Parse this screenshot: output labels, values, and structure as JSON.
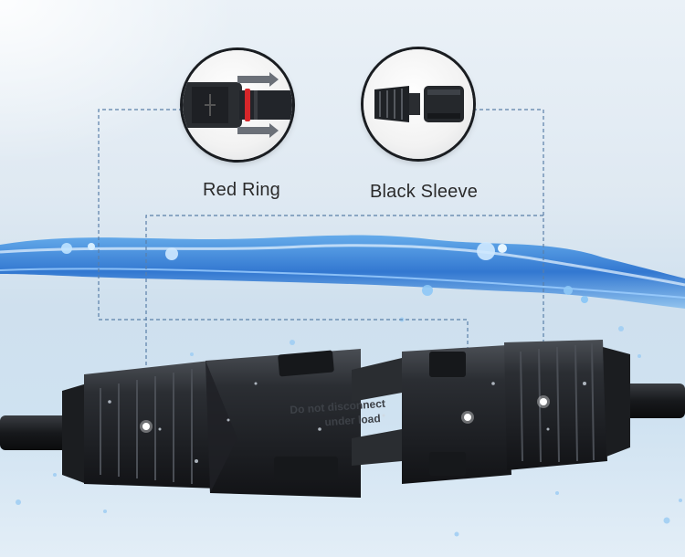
{
  "callouts": {
    "red_ring_label": "Red Ring",
    "black_sleeve_label": "Black Sleeve"
  },
  "connector": {
    "imprint_line1": "Do not disconnect",
    "imprint_line2": "under load"
  },
  "colors": {
    "water": "#2f7fd6",
    "connector": "#24272b",
    "ring": "#d6262a",
    "guide_line": "#5a7fa8"
  }
}
